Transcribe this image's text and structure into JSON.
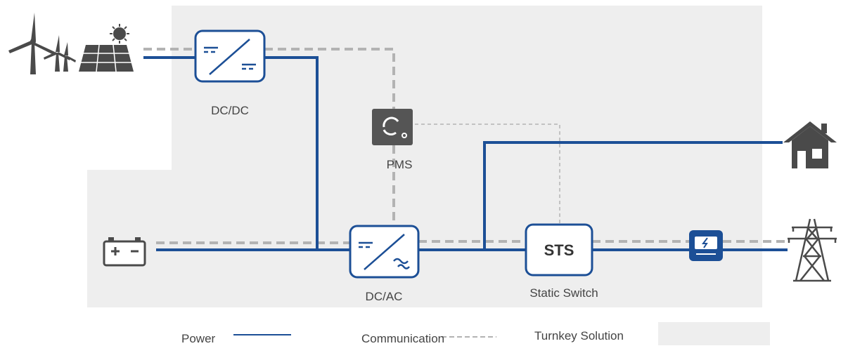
{
  "labels": {
    "dcdc": "DC/DC",
    "pms": "PMS",
    "dcac": "DC/AC",
    "sts_box": "STS",
    "sts_caption": "Static Switch"
  },
  "legend": {
    "power": "Power",
    "communication": "Communication",
    "turnkey": "Turnkey Solution"
  },
  "colors": {
    "power_line": "#1c4f96",
    "communication_line": "#b3b3b3",
    "turnkey_area": "#eeeeee",
    "component_border": "#1c4f96",
    "icon_dark": "#4a4a4a",
    "meter_fill": "#1c4f96",
    "pms_fill": "#555555"
  },
  "icons": [
    "wind-turbine-icon",
    "solar-panel-icon",
    "sun-icon",
    "battery-icon",
    "house-icon",
    "transmission-tower-icon",
    "meter-icon",
    "pms-gear-icon"
  ]
}
